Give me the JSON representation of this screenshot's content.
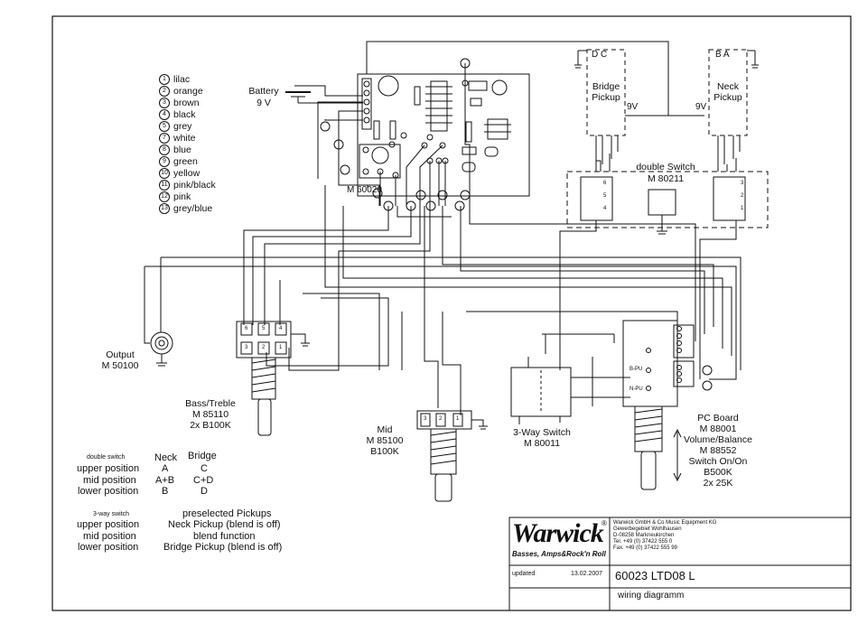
{
  "legend": [
    {
      "num": "1",
      "color": "lilac"
    },
    {
      "num": "2",
      "color": "orange"
    },
    {
      "num": "3",
      "color": "brown"
    },
    {
      "num": "4",
      "color": "black"
    },
    {
      "num": "5",
      "color": "grey"
    },
    {
      "num": "7",
      "color": "white"
    },
    {
      "num": "8",
      "color": "blue"
    },
    {
      "num": "9",
      "color": "green"
    },
    {
      "num": "10",
      "color": "yellow"
    },
    {
      "num": "11",
      "color": "pink/black"
    },
    {
      "num": "12",
      "color": "pink"
    },
    {
      "num": "13",
      "color": "grey/blue"
    }
  ],
  "battery": {
    "label": "Battery",
    "voltage": "9 V"
  },
  "board_main": {
    "label": "M 60020"
  },
  "bridge_pickup": {
    "pins": "D  C",
    "label1": "Bridge",
    "label2": "Pickup"
  },
  "neck_pickup": {
    "pins": "B  A",
    "label1": "Neck",
    "label2": "Pickup"
  },
  "supply_left": "9V",
  "supply_right": "9V",
  "double_switch": {
    "label": "double Switch",
    "model": "M 80211"
  },
  "output": {
    "label": "Output",
    "model": "M 50100"
  },
  "bass_treble": {
    "label": "Bass/Treble",
    "model": "M 85110",
    "value": "2x B100K"
  },
  "mid": {
    "label": "Mid",
    "model": "M 85100",
    "value": "B100K"
  },
  "three_way": {
    "label": "3-Way Switch",
    "model": "M 80011"
  },
  "pc_board": {
    "label": "PC Board",
    "model": "M 88001",
    "vol_label": "Volume/Balance",
    "vol_model": "M 88552",
    "switch_label": "Switch On/On",
    "value1": "B500K",
    "value2": "2x 25K",
    "b_pu": "B-PU",
    "n_pu": "N-PU"
  },
  "pot_pins": {
    "six": "6",
    "five": "5",
    "four": "4",
    "three": "3",
    "two": "2",
    "one": "1"
  },
  "dswitch_table": {
    "title": "double switch",
    "col1": "Neck",
    "col2": "Bridge",
    "rows": [
      {
        "pos": "upper position",
        "neck": "A",
        "bridge": "C"
      },
      {
        "pos": "mid position",
        "neck": "A+B",
        "bridge": "C+D"
      },
      {
        "pos": "lower position",
        "neck": "B",
        "bridge": "D"
      }
    ]
  },
  "threeway_table": {
    "title": "3-way switch",
    "col": "preselected Pickups",
    "rows": [
      {
        "pos": "upper position",
        "val": "Neck Pickup (blend is off)"
      },
      {
        "pos": "mid position",
        "val": "blend function"
      },
      {
        "pos": "lower position",
        "val": "Bridge Pickup (blend is off)"
      }
    ]
  },
  "title_block": {
    "logo": "Warwick",
    "reg": "®",
    "tagline": "Basses, Amps&Rock'n Roll",
    "company": [
      "Warwick GmbH & Co Music Equipment KG",
      "Gewerbegebiet Wohlhausen",
      "D-08258 Markneukirchen",
      "Tel. +49 (0) 37422 555 0",
      "Fax. +49 (0) 37422 555 99"
    ],
    "updated_label": "updated",
    "updated_date": "13.02.2007",
    "doc_number": "60023 LTD08 L",
    "doc_title": "wiring diagramm"
  },
  "colors": {
    "ink": "#111111",
    "paper": "#ffffff"
  }
}
